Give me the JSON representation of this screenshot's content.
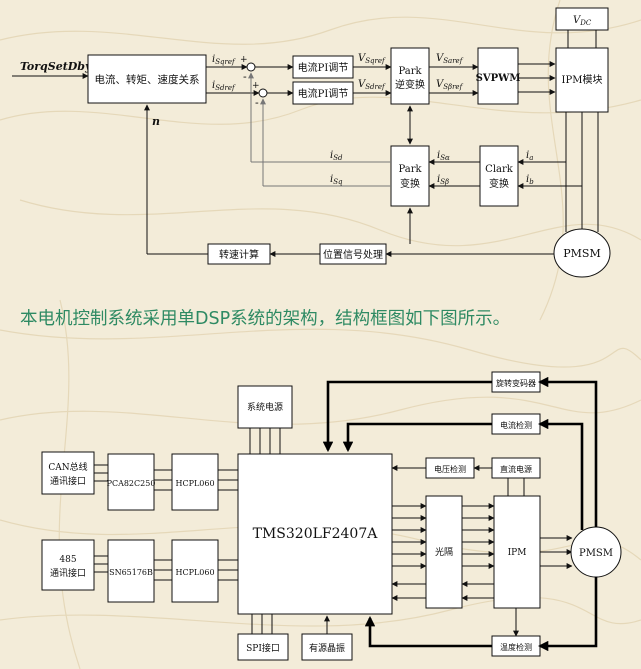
{
  "top_diagram": {
    "input_label": "TorqSetDby",
    "relation_block": "电流、转矩、速度关系",
    "n_label": "n",
    "isqref_label": "i",
    "isqref_sub": "Sqref",
    "isdref_label": "i",
    "isdref_sub": "Sdref",
    "pi_q": "电流PI调节",
    "pi_d": "电流PI调节",
    "vsqref_label": "V",
    "vsqref_sub": "Sqref",
    "vsdref_label": "V",
    "vsdref_sub": "Sdref",
    "inv_park_line1": "Park",
    "inv_park_line2": "逆变换",
    "vsaref_label": "V",
    "vsaref_sub": "Saref",
    "vsbref_label": "V",
    "vsbref_sub": "Sβref",
    "svpwm": "SVPWM",
    "ipm": "IPM模块",
    "vdc_label": "V",
    "vdc_sub": "DC",
    "park_line1": "Park",
    "park_line2": "变换",
    "clark_line1": "Clark",
    "clark_line2": "变换",
    "isd_label": "i",
    "isd_sub": "Sd",
    "isq_label": "i",
    "isq_sub": "Sq",
    "isa_label": "i",
    "isa_sub": "Sα",
    "isb_label": "i",
    "isb_sub": "Sβ",
    "ia_label": "i",
    "ia_sub": "a",
    "ib_label": "i",
    "ib_sub": "b",
    "speed_calc": "转速计算",
    "position_proc": "位置信号处理",
    "pmsm": "PMSM",
    "plus1": "+",
    "minus1": "-",
    "plus2": "+",
    "minus2": "-"
  },
  "caption": "本电机控制系统采用单DSP系统的架构，结构框图如下图所示。",
  "bottom_diagram": {
    "power": "系统电源",
    "can_line1": "CAN总线",
    "can_line2": "通讯接口",
    "pca": "PCA82C250",
    "hcpl1": "HCPL060",
    "rs485_line1": "485",
    "rs485_line2": "通讯接口",
    "sn": "SN65176B",
    "hcpl2": "HCPL060",
    "dsp": "TMS320LF2407A",
    "spi": "SPI接口",
    "oscillator": "有源晶振",
    "resolver": "旋转变码器",
    "current_detect": "电流检测",
    "voltage_detect": "电压检测",
    "dc_power": "直流电源",
    "optocoupler": "光隔",
    "ipm": "IPM",
    "pmsm": "PMSM",
    "temp_detect": "温度检测"
  }
}
